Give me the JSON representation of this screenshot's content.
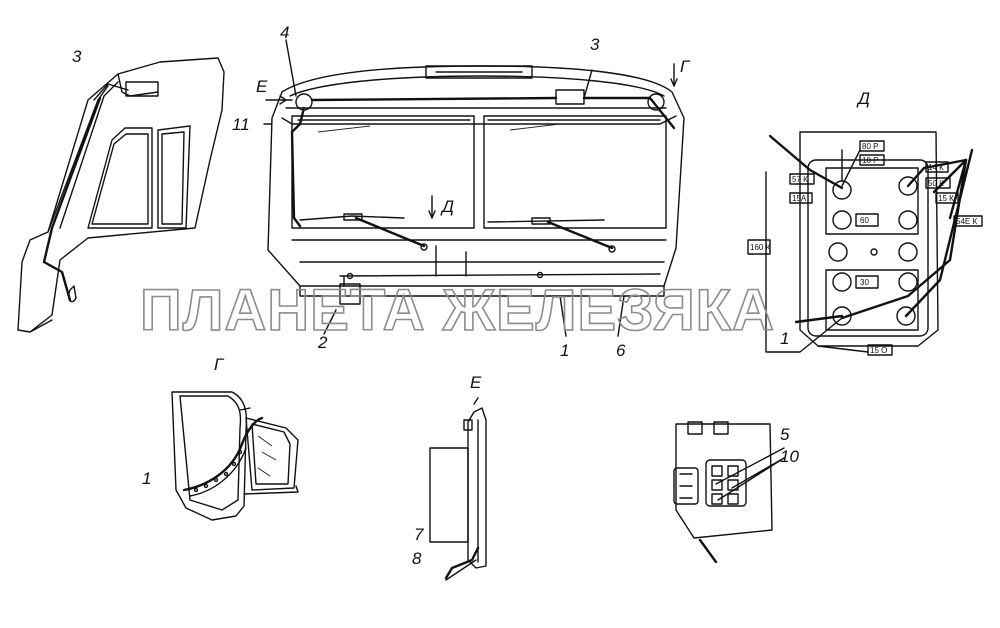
{
  "watermark": "ПЛАНЕТА ЖЕЛЕЗЯКА",
  "callouts": {
    "c1_main": "1",
    "c2": "2",
    "c3_left": "3",
    "c3_right": "3",
    "c4": "4",
    "c6": "6",
    "c11": "11",
    "c1_panel": "1",
    "c1_g": "1",
    "c5": "5",
    "c10": "10",
    "c7": "7",
    "c8": "8"
  },
  "view_labels": {
    "e_arrow": "E",
    "g_arrow": "Г",
    "d_arrow": "Д",
    "d_title": "Д",
    "g_title": "Г",
    "e_title": "Е"
  },
  "wire_tags": {
    "t57k": "57 К",
    "t15a": "15А",
    "t80p": "80 Р",
    "t18p": "18 Р",
    "t14k": "14 К",
    "t50k": "50 К",
    "t15k": "15 К",
    "t54ek": "54Е К",
    "t160k": "160 К",
    "t15o": "15 О",
    "tr60": "60",
    "tr30": "30"
  },
  "colors": {
    "line": "#111111",
    "watermark": "#8c8c8c",
    "background": "#ffffff"
  }
}
